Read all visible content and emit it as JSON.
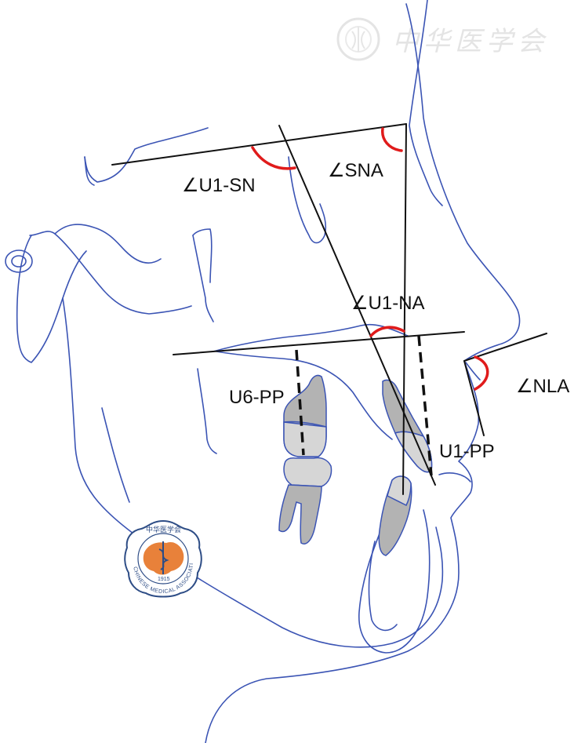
{
  "labels": {
    "u1_sn": "∠U1-SN",
    "sna": "∠SNA",
    "u1_na": "∠U1-NA",
    "nla": "∠NLA",
    "u6_pp": "U6-PP",
    "u1_pp": "U1-PP"
  },
  "watermark": {
    "text": "中华医学会"
  },
  "seal": {
    "chinese": "中华医学会",
    "english": "CHINESE MEDICAL ASSOCIATION",
    "year": "1915"
  },
  "colors": {
    "tracing": "#3b54b4",
    "reference_line": "#111111",
    "angle_arc": "#e01b1b",
    "tooth_fill": "#b3b3b3",
    "tooth_fill_light": "#d6d6d6",
    "seal_orange": "#e8813a"
  }
}
